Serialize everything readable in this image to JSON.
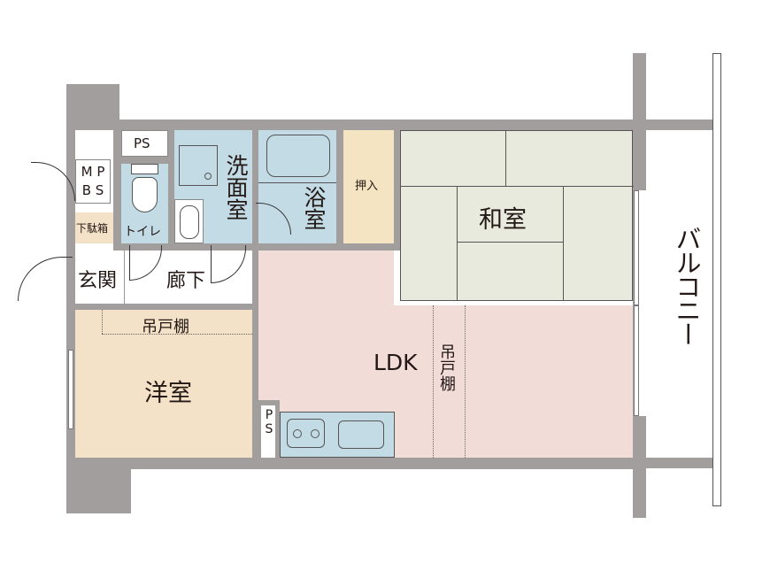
{
  "rooms": {
    "ps_top": "PS",
    "mpbs_line1": "M P",
    "mpbs_line2": "B S",
    "shoe_cabinet": "下駄箱",
    "toilet": "トイレ",
    "washroom": "洗面室",
    "bathroom": "浴室",
    "closet": "押入",
    "japanese_room": "和室",
    "entrance": "玄関",
    "hallway": "廊下",
    "wall_cabinet_west": "吊戸棚",
    "western_room": "洋室",
    "ldk": "LDK",
    "wall_cabinet_ldk": "吊戸棚",
    "ps_kitchen": "PS",
    "balcony": "バルコニー"
  },
  "colors": {
    "wall": "#a39e9e",
    "wet_area": "#c3dbe4",
    "ldk": "#f2dcd8",
    "tatami": "#e7eadd",
    "western": "#f4e2c8"
  }
}
